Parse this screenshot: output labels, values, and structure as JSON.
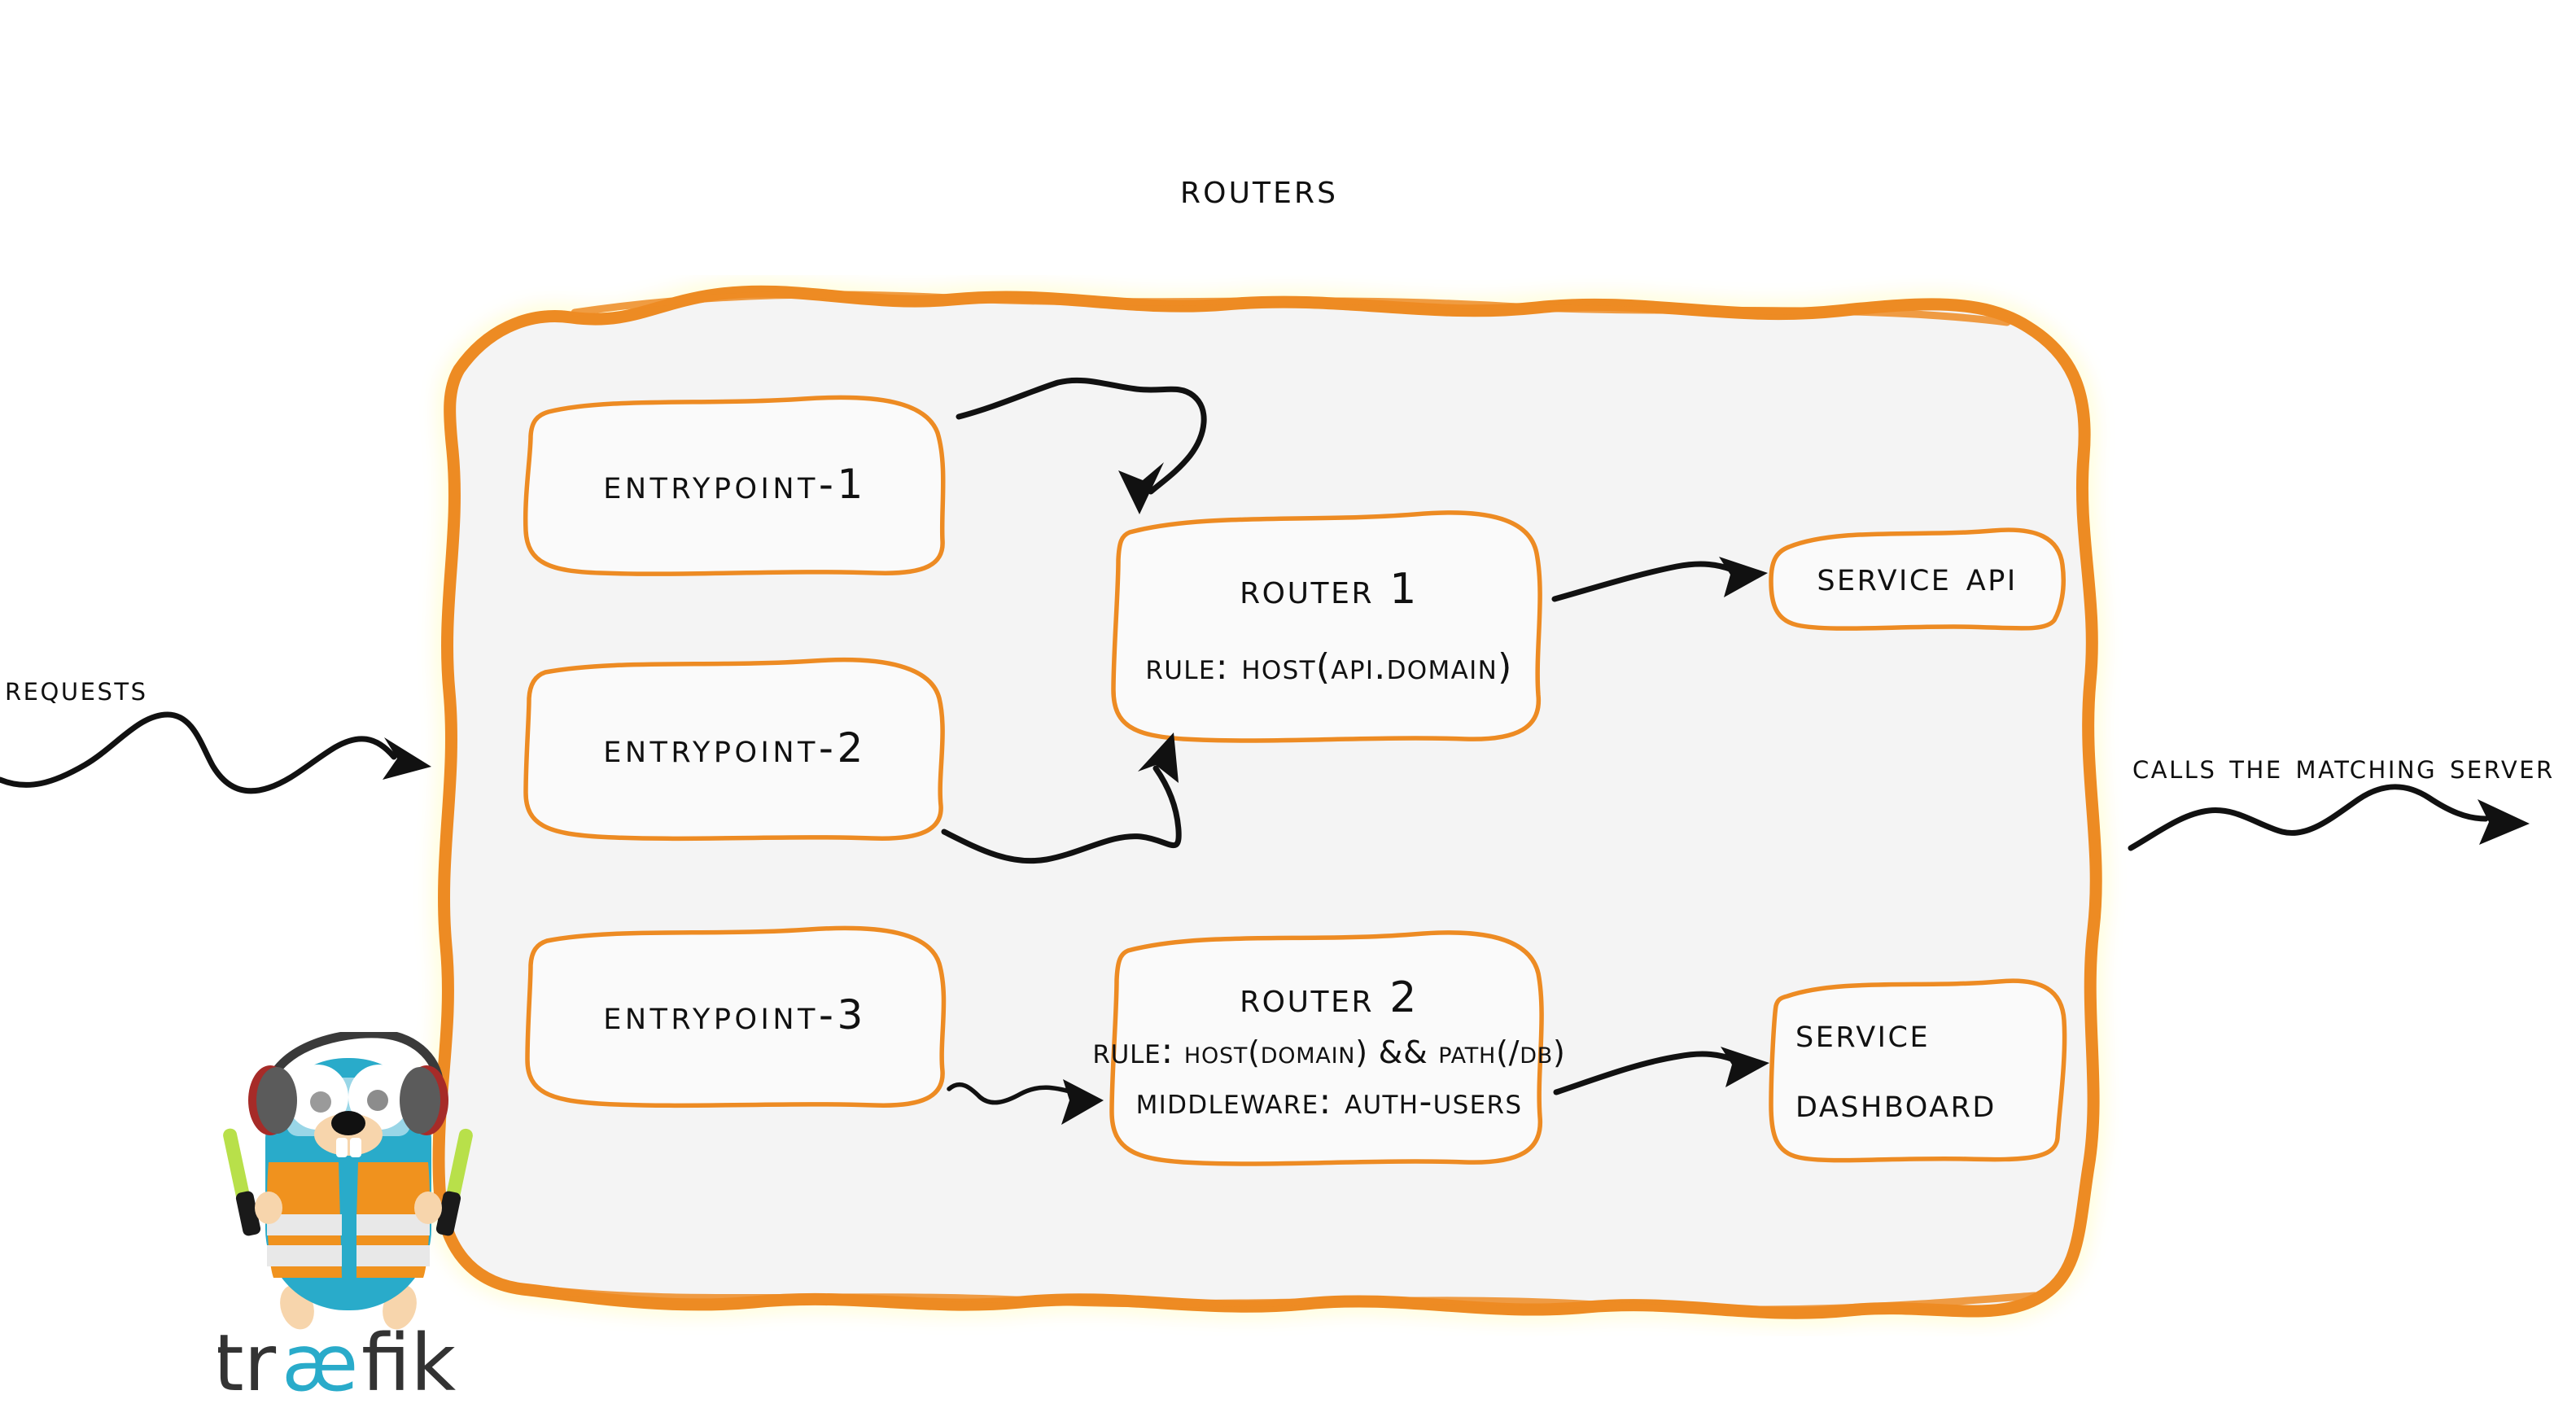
{
  "title": "Routers",
  "colors": {
    "brand_orange": "#ED8B23",
    "container_fill": "#F4F4F4",
    "box_fill": "#FAFAFA",
    "ink": "#111111",
    "gopher_body": "#29ABCA",
    "gopher_vest": "#F0921E",
    "gopher_stripe": "#E8E8E8",
    "gopher_snout": "#F7D5AC",
    "wand_green": "#B8E04A",
    "headphone_grey": "#5B5B5B",
    "headphone_red": "#A62B28",
    "logo_dark": "#333333",
    "logo_cyan": "#29ABCA"
  },
  "entrypoints": [
    {
      "label": "entrypoint-1"
    },
    {
      "label": "entrypoint-2"
    },
    {
      "label": "entrypoint-3"
    }
  ],
  "routers": [
    {
      "name": "Router 1",
      "rule_label": "rule:",
      "rule_value": "Host(api.domain)",
      "middleware_label": "",
      "middleware_value": ""
    },
    {
      "name": "Router 2",
      "rule_label": "rule:",
      "rule_value": "Host(domain) && Path(/db)",
      "middleware_label": "Middleware:",
      "middleware_value": "auth-users"
    }
  ],
  "services": [
    {
      "line1": "Service API",
      "line2": ""
    },
    {
      "line1": "Service",
      "line2": "Dashboard"
    }
  ],
  "side_labels": {
    "left": "Requests",
    "right": "Calls the matching server"
  },
  "logo": {
    "word_start": "tr",
    "word_ligature": "æ",
    "word_end": "fik",
    "mascot": "traefik-gopher"
  }
}
